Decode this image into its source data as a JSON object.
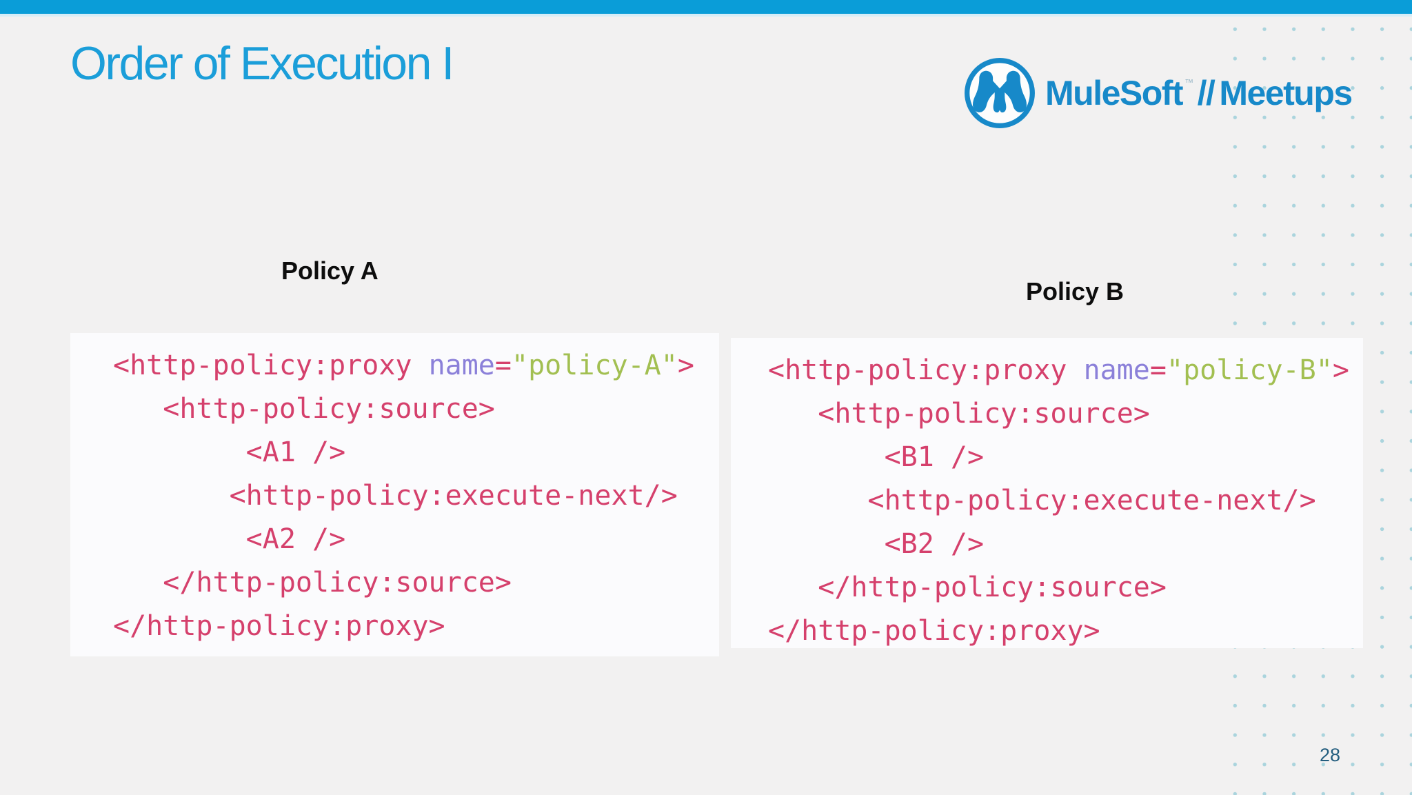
{
  "slide": {
    "title": "Order of Execution I",
    "page_number": "28"
  },
  "logo": {
    "brand": "MuleSoft",
    "trademark": "™",
    "separator": "//",
    "product": "Meetups"
  },
  "panels": [
    {
      "label": "Policy A",
      "code_lines": [
        [
          {
            "t": "<http-policy:proxy ",
            "c": "tag"
          },
          {
            "t": "name",
            "c": "attr"
          },
          {
            "t": "=",
            "c": "tag"
          },
          {
            "t": "\"policy-A\"",
            "c": "str"
          },
          {
            "t": ">",
            "c": "tag"
          }
        ],
        [
          {
            "t": "   <http-policy:source>",
            "c": "tag"
          }
        ],
        [
          {
            "t": "        <A1 />",
            "c": "tag"
          }
        ],
        [
          {
            "t": "       <http-policy:execute-next/>",
            "c": "tag"
          }
        ],
        [
          {
            "t": "        <A2 />",
            "c": "tag"
          }
        ],
        [
          {
            "t": "   </http-policy:source>",
            "c": "tag"
          }
        ],
        [
          {
            "t": "</http-policy:proxy>",
            "c": "tag"
          }
        ]
      ]
    },
    {
      "label": "Policy B",
      "code_lines": [
        [
          {
            "t": "<http-policy:proxy ",
            "c": "tag"
          },
          {
            "t": "name",
            "c": "attr"
          },
          {
            "t": "=",
            "c": "tag"
          },
          {
            "t": "\"policy-B\"",
            "c": "str"
          },
          {
            "t": ">",
            "c": "tag"
          }
        ],
        [
          {
            "t": "   <http-policy:source>",
            "c": "tag"
          }
        ],
        [
          {
            "t": "       <B1 />",
            "c": "tag"
          }
        ],
        [
          {
            "t": "      <http-policy:execute-next/>",
            "c": "tag"
          }
        ],
        [
          {
            "t": "       <B2 />",
            "c": "tag"
          }
        ],
        [
          {
            "t": "   </http-policy:source>",
            "c": "tag"
          }
        ],
        [
          {
            "t": "</http-policy:proxy>",
            "c": "tag"
          }
        ]
      ]
    }
  ],
  "colors": {
    "bar_blue": "#0a9dd8",
    "bar_light": "#d6edf7",
    "page_bg": "#f2f1f1",
    "title_blue": "#1b9ed9",
    "logo_blue": "#1789c9",
    "code_pink": "#d5406c",
    "code_purple": "#8b80d9",
    "code_green": "#a2bf51",
    "panel_bg": "#fbfbfd",
    "label_black": "#0d0d0d",
    "dot_teal": "#aad4dd",
    "pagenum_blue": "#235d7e"
  }
}
